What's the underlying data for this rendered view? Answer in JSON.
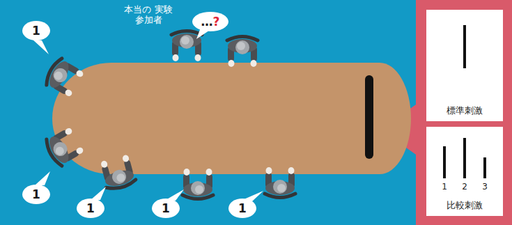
{
  "diagram": {
    "nodes": [
      {
        "text": [
          "1"
        ]
      },
      {
        "text": [
          "…?"
        ]
      },
      {
        "text": [
          "1"
        ]
      },
      {
        "text": [
          "1"
        ]
      },
      {
        "text": [
          "1"
        ]
      },
      {
        "text": [
          "1"
        ]
      },
      {
        "text": [
          "標準刺激"
        ]
      },
      {
        "text": [
          "比較刺激"
        ]
      }
    ],
    "labels": [
      "本当の 実験参加者",
      "1",
      "2",
      "3"
    ]
  }
}
